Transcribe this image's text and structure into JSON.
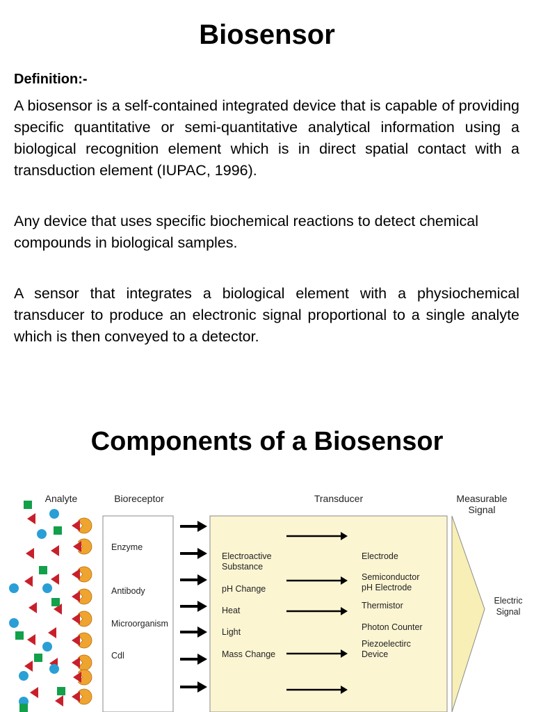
{
  "slide1": {
    "title": "Biosensor",
    "definition_label": "Definition:-",
    "paragraphs": [
      "A biosensor is a self-contained integrated device that is capable of providing specific quantitative or semi-quantitative analytical information using a biological recognition element which is in direct spatial contact with a transduction element (IUPAC, 1996).",
      "Any device that uses specific biochemical reactions to detect chemical compounds in biological samples.",
      "A sensor that integrates a biological element with a physiochemical transducer to produce an electronic signal proportional to a single analyte which is then conveyed to a detector."
    ]
  },
  "slide2": {
    "title": "Components of a Biosensor",
    "diagram": {
      "headers": {
        "analyte": "Analyte",
        "bioreceptor": "Bioreceptor",
        "transducer": "Transducer",
        "signal_line1": "Measurable",
        "signal_line2": "Signal"
      },
      "bioreceptors": [
        "Enzyme",
        "Antibody",
        "Microorganism",
        "Cdl"
      ],
      "transducer_inputs": [
        "Electroactive",
        "Substance",
        "pH Change",
        "Heat",
        "Light",
        "Mass Change"
      ],
      "transducer_outputs": [
        "Electrode",
        "Semiconductor",
        "pH Electrode",
        "Thermistor",
        "Photon Counter",
        "Piezoelectirc",
        "Device"
      ],
      "output_line1": "Electric",
      "output_line2": "Signal",
      "colors": {
        "bioreceptor_fill": "#ffffff",
        "transducer_fill": "#fbf5d2",
        "signal_fill": "#f8efb6",
        "receptor_orange": "#f0a430",
        "analyte_red": "#c8202a",
        "analyte_blue": "#2a9fd6",
        "analyte_green": "#12a04a"
      }
    }
  }
}
